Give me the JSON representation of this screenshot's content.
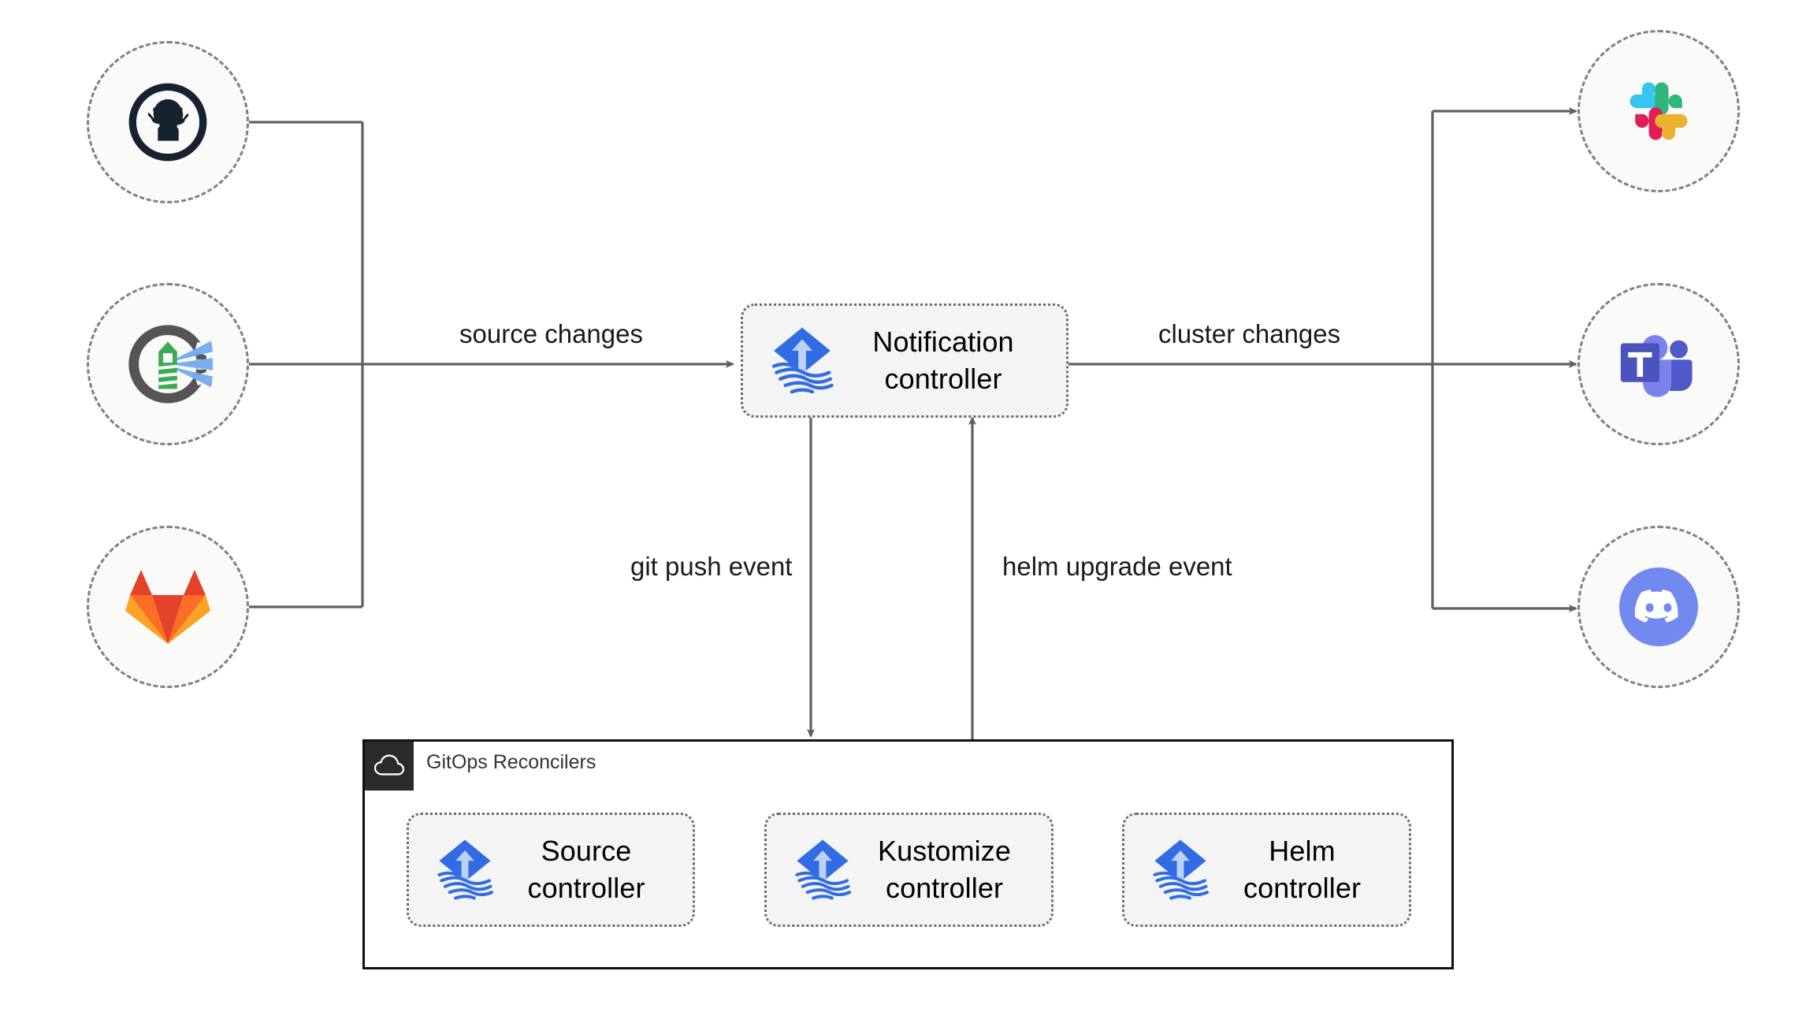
{
  "diagram": {
    "title": "Flux notification controller architecture",
    "colors": {
      "background": "#ffffff",
      "wire": "#5f5f5f",
      "node_fill": "#fafaf8",
      "node_border": "#808080",
      "box_fill": "#f4f4f4",
      "box_border": "#6b6b6b",
      "group_border": "#111111",
      "group_tab": "#2b2b2b",
      "flux_blue": "#326ce5",
      "flux_arrow": "#bcd2f5",
      "github_dark": "#16232f",
      "gitlab_orange": "#e24329",
      "gitlab_amber": "#fca326",
      "gitlab_tangerine": "#fc6d26",
      "flux_green": "#3cab54",
      "flux_gray": "#555555",
      "slack_blue": "#36c5f0",
      "slack_green": "#2eb67d",
      "slack_red": "#e01e5a",
      "slack_yellow": "#ecb22e",
      "teams_purple": "#5059c9",
      "teams_indigo": "#4b53bc",
      "teams_light": "#7b83eb",
      "discord_blurple": "#7289f0"
    }
  },
  "sources": [
    {
      "id": "github",
      "icon": "github-icon",
      "name": "GitHub"
    },
    {
      "id": "flux",
      "icon": "flux-lighthouse-icon",
      "name": "Flux lighthouse"
    },
    {
      "id": "gitlab",
      "icon": "gitlab-icon",
      "name": "GitLab"
    }
  ],
  "destinations": [
    {
      "id": "slack",
      "icon": "slack-icon",
      "name": "Slack"
    },
    {
      "id": "teams",
      "icon": "microsoft-teams-icon",
      "name": "Microsoft Teams"
    },
    {
      "id": "discord",
      "icon": "discord-icon",
      "name": "Discord"
    }
  ],
  "notification": {
    "icon": "flux-logo-icon",
    "label": "Notification\ncontroller"
  },
  "edge_labels": {
    "source_changes": "source changes",
    "cluster_changes": "cluster changes",
    "git_push_event": "git push event",
    "helm_upgrade_event": "helm upgrade event"
  },
  "group": {
    "icon": "cloud-icon",
    "title": "GitOps Reconcilers",
    "controllers": [
      {
        "id": "source",
        "icon": "flux-logo-icon",
        "label": "Source\ncontroller"
      },
      {
        "id": "kustomize",
        "icon": "flux-logo-icon",
        "label": "Kustomize\ncontroller"
      },
      {
        "id": "helm",
        "icon": "flux-logo-icon",
        "label": "Helm\ncontroller"
      }
    ]
  }
}
